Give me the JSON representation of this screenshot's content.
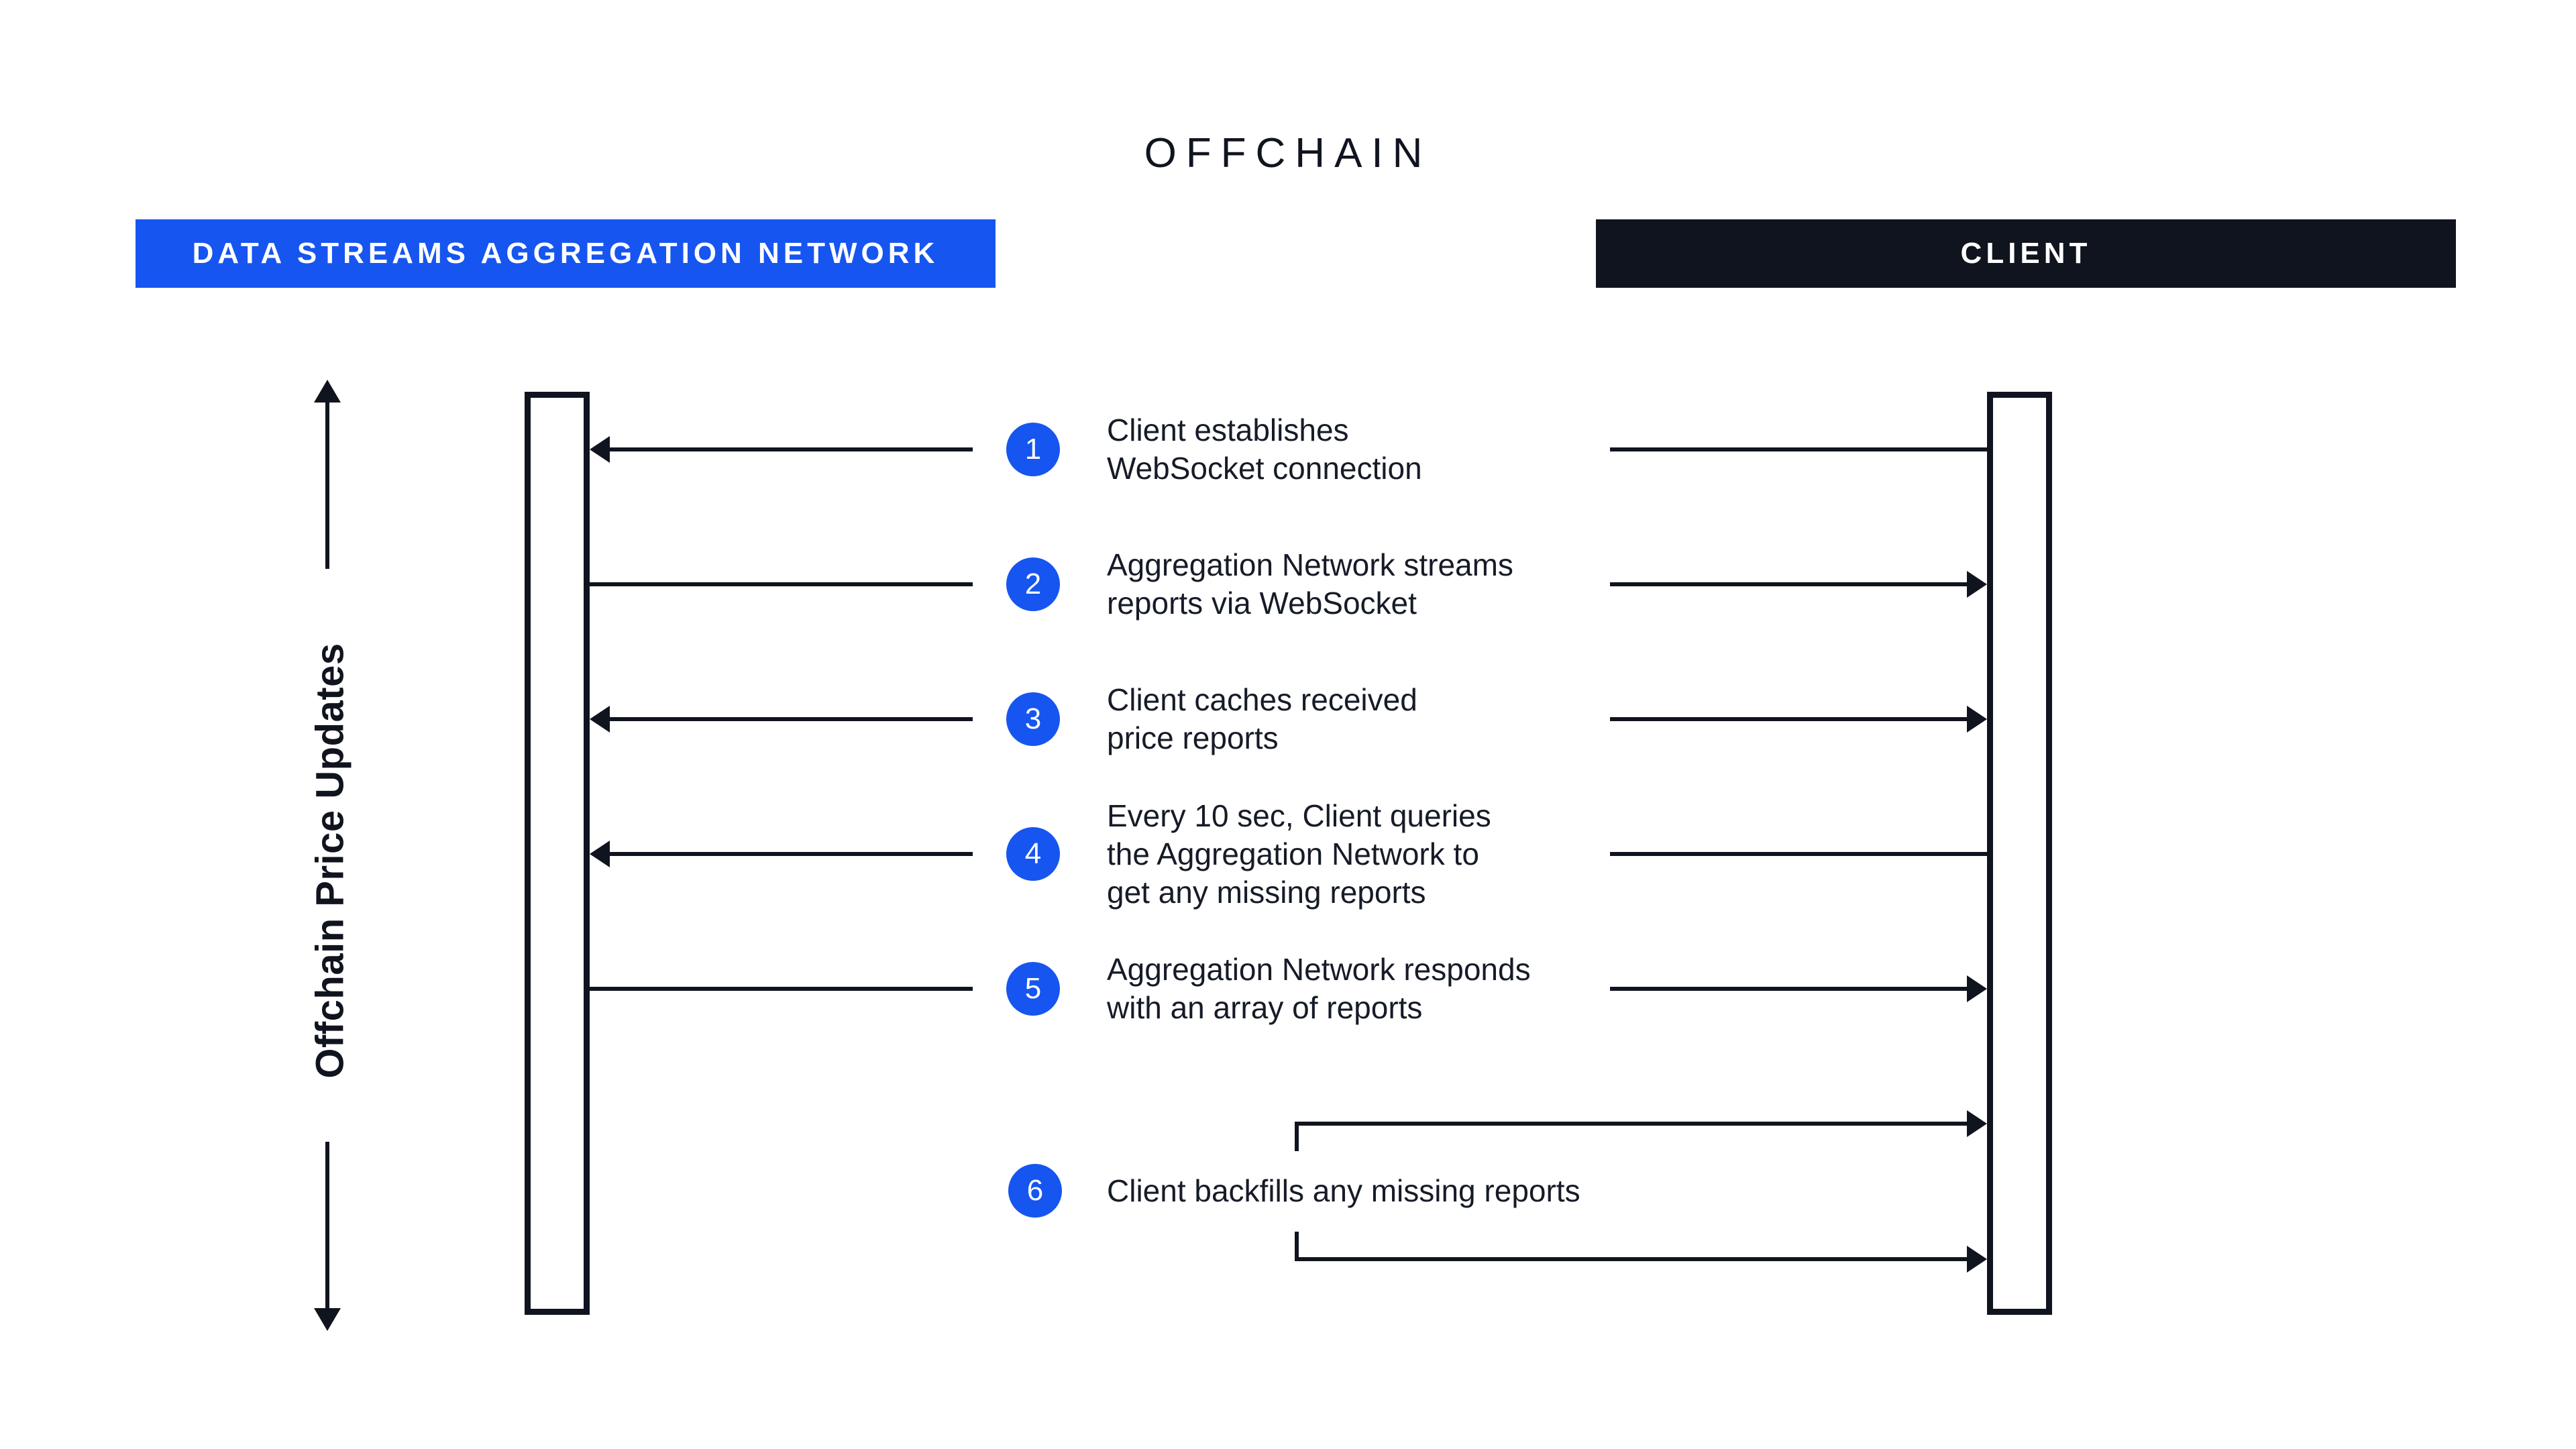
{
  "title": "OFFCHAIN",
  "side_label": "Offchain Price Updates",
  "colors": {
    "accent_blue": "#1655F0",
    "dark_navy": "#10141F",
    "background": "#FFFFFF",
    "text": "#161B28"
  },
  "actors": [
    {
      "label": "DATA STREAMS AGGREGATION NETWORK",
      "style": "blue"
    },
    {
      "label": "CLIENT",
      "style": "dark"
    }
  ],
  "steps": [
    {
      "number": "1",
      "text": "Client establishes\nWebSocket connection",
      "direction": "to-network"
    },
    {
      "number": "2",
      "text": "Aggregation Network streams\nreports via WebSocket",
      "direction": "to-client"
    },
    {
      "number": "3",
      "text": "Client caches received\nprice reports",
      "direction": "both"
    },
    {
      "number": "4",
      "text": "Every 10 sec, Client queries\nthe Aggregation Network to\nget any missing reports",
      "direction": "to-network"
    },
    {
      "number": "5",
      "text": "Aggregation Network responds\nwith an array of reports",
      "direction": "to-client"
    },
    {
      "number": "6",
      "text": "Client backfills any missing reports",
      "direction": "to-client"
    }
  ]
}
